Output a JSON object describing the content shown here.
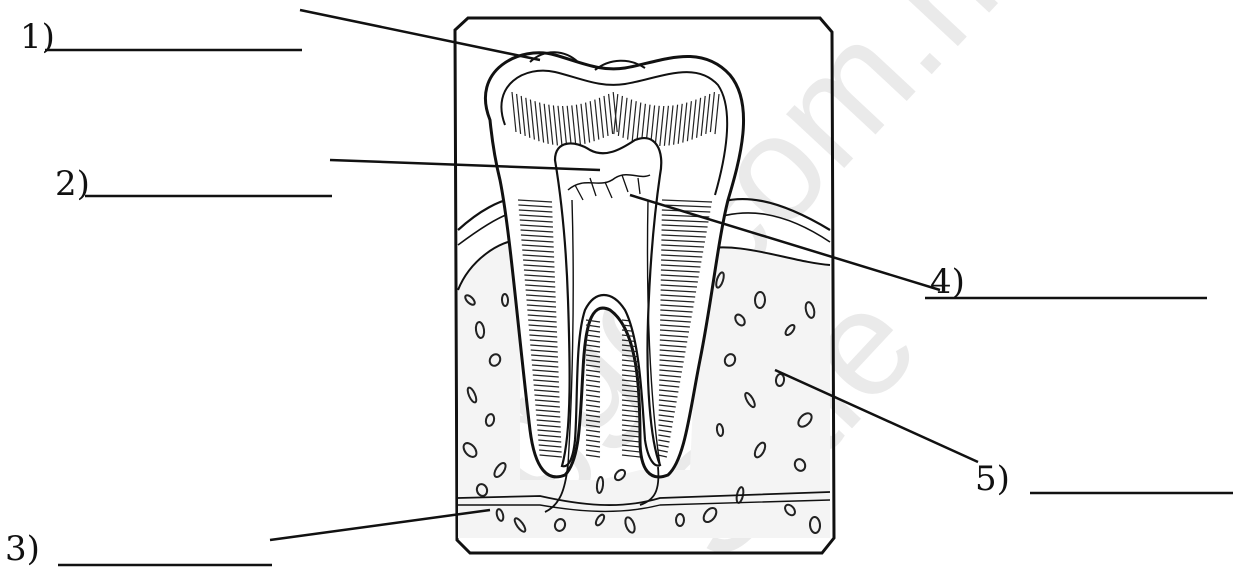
{
  "diagram": {
    "labels": [
      {
        "id": "1",
        "text": "1)"
      },
      {
        "id": "2",
        "text": "2)"
      },
      {
        "id": "3",
        "text": "3)"
      },
      {
        "id": "4",
        "text": "4)"
      },
      {
        "id": "5",
        "text": "5)"
      }
    ]
  },
  "watermark": {
    "line1": "ggo.com.my",
    "line2": "Sale"
  }
}
